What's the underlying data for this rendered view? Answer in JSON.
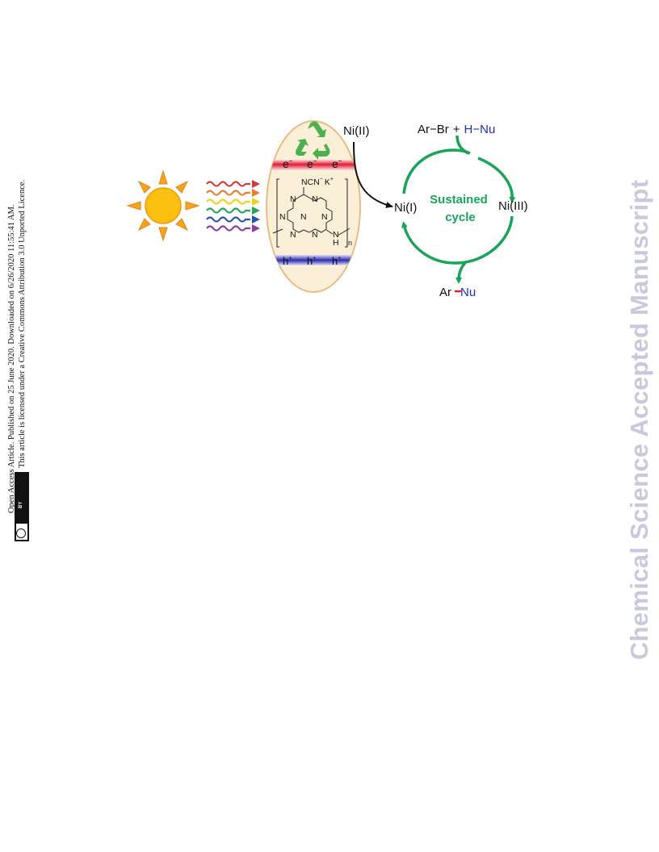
{
  "side_notice": {
    "line1": "Open Access Article. Published on 25 June 2020. Downloaded on 6/26/2020 11:55:41 AM.",
    "line2": "This article is licensed under a Creative Commons Attribution 3.0 Unported Licence.",
    "badge_cc": "cc",
    "badge_by": "BY"
  },
  "watermark": "Chemical Science Accepted Manuscript",
  "scheme": {
    "electron": "e",
    "electron_sup": "−",
    "hole": "h",
    "hole_sup": "+",
    "ncn": "NCN",
    "ncn_sup": "−",
    "k": "K",
    "k_sup": "+",
    "ring_n": "N",
    "nh_n": "N",
    "nh_h": "H",
    "subscript_n": "n",
    "ni2": "Ni(II)",
    "ni1": "Ni(I)",
    "ni3": "Ni(III)",
    "cycle_line1": "Sustained",
    "cycle_line2": "cycle",
    "reactant_arbr": "Ar−Br",
    "reactant_plus": "+",
    "reactant_hnu": "H−Nu",
    "product_ar": "Ar",
    "product_nu": "Nu",
    "colors": {
      "green": "#1aa35a",
      "blue": "#1b2fb8",
      "red": "#e0203a",
      "sun": "#fbbf0f",
      "ellipse_fill": "#fcefd8",
      "ellipse_stroke": "#e7b779"
    },
    "icons": [
      "sun-icon",
      "recycle-icon",
      "light-waves-icon"
    ]
  }
}
